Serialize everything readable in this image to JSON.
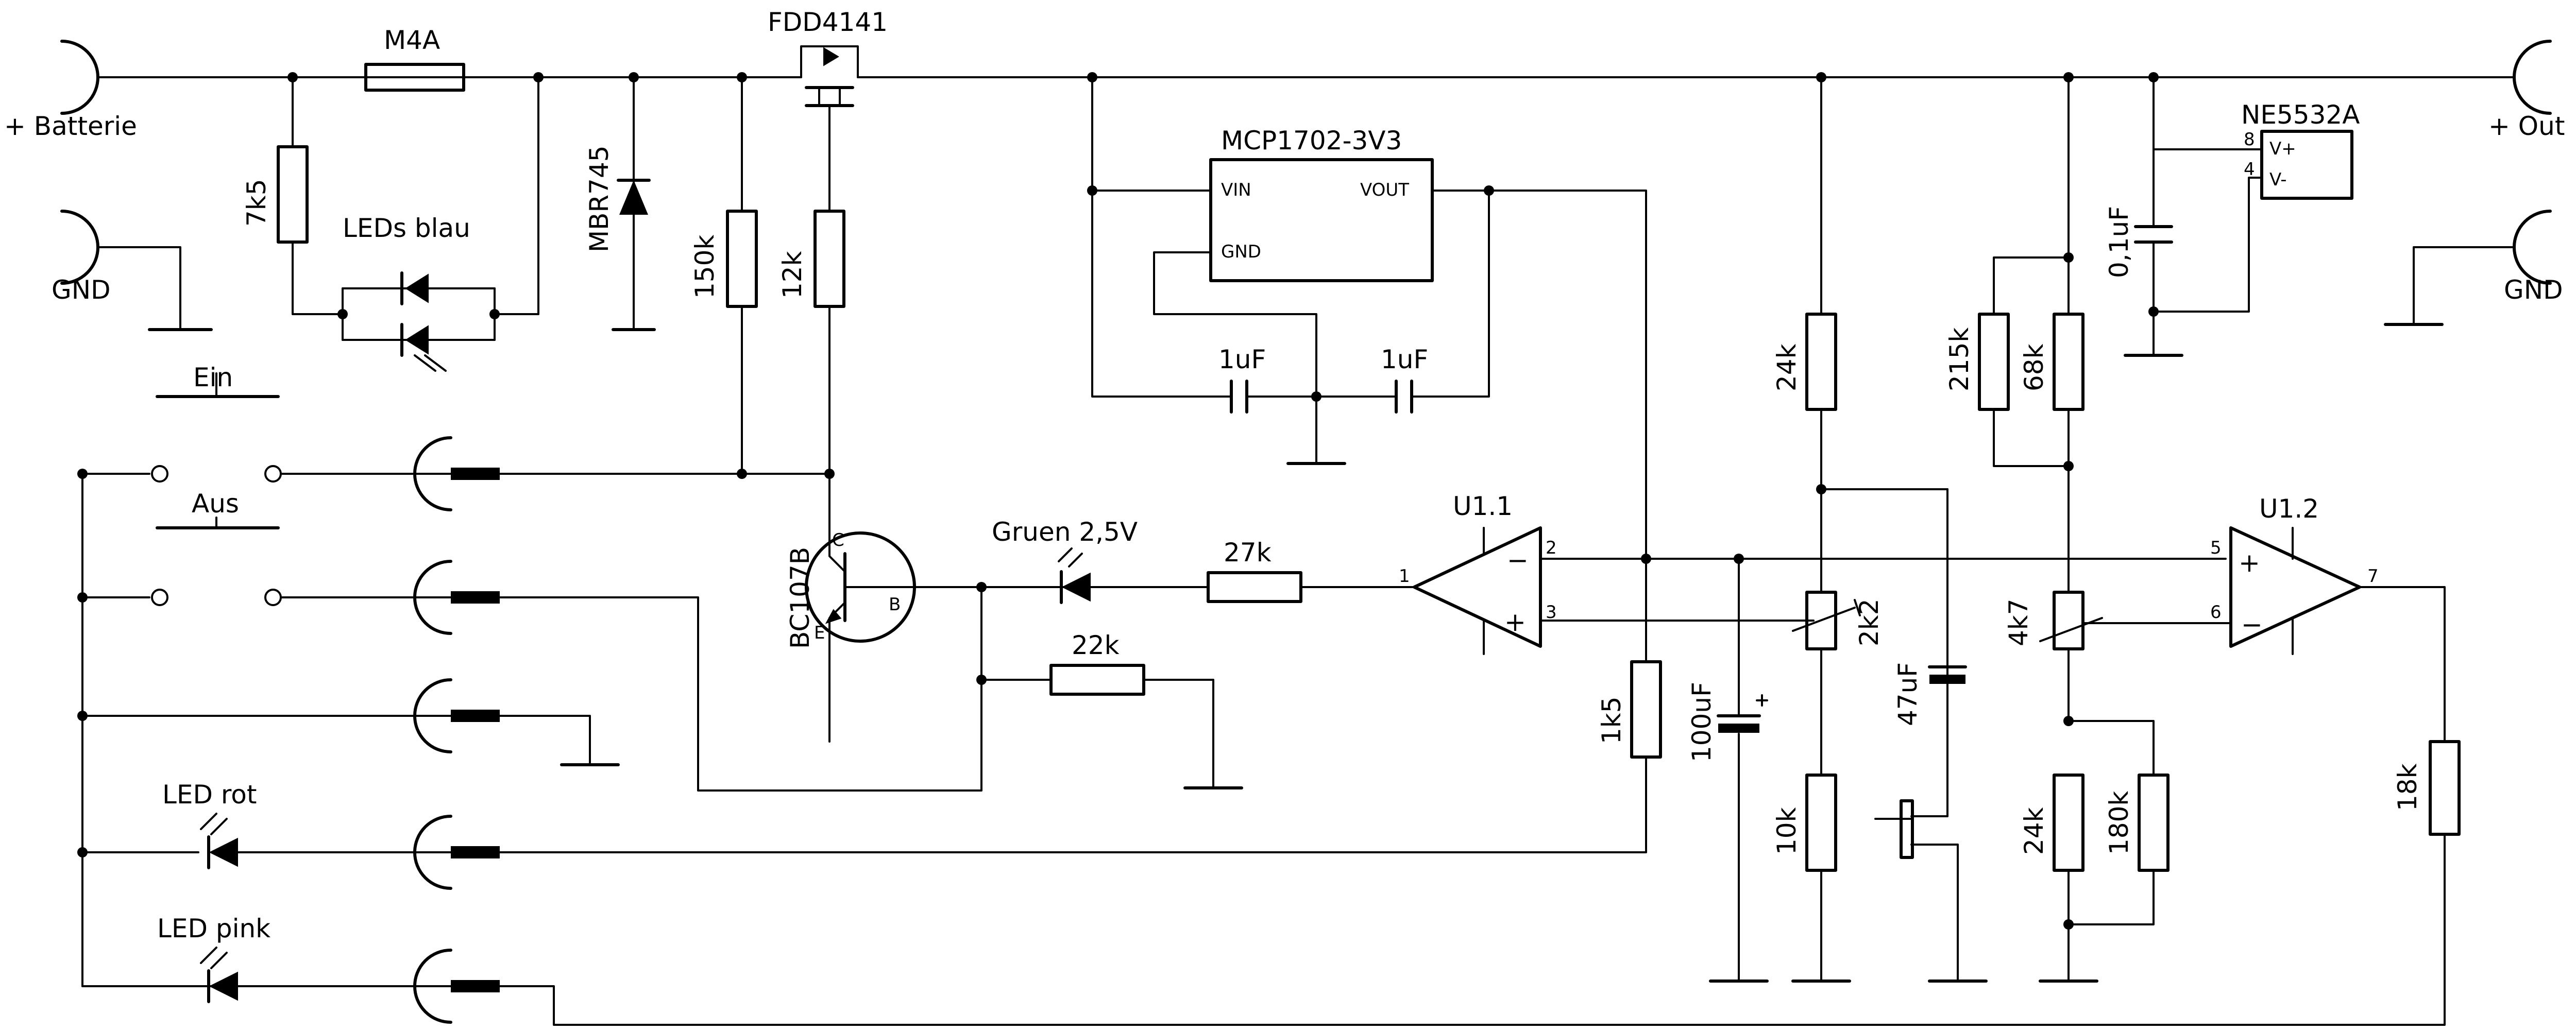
{
  "connectors": {
    "batt_plus": "+  Batterie",
    "gnd_left": "GND",
    "out_plus": "+  Out",
    "gnd_right": "GND"
  },
  "components": {
    "fuse": "M4A",
    "mosfet": "FDD4141",
    "diode": "MBR745",
    "r_7k5": "7k5",
    "leds_blue": "LEDs  blau",
    "r_150k": "150k",
    "r_12k": "12k",
    "regulator": "MCP1702-3V3",
    "reg_vin": "VIN",
    "reg_vout": "VOUT",
    "reg_gnd": "GND",
    "c_1uf_a": "1uF",
    "c_1uf_b": "1uF",
    "r_24k_top": "24k",
    "r_215k": "215k",
    "r_68k": "68k",
    "c_01uf": "0,1uF",
    "opamp_chip": "NE5532A",
    "pin_vplus": "V+",
    "pin_vminus": "V-",
    "pin_8": "8",
    "pin_4": "4",
    "sw_on": "Ein",
    "sw_off": "Aus",
    "transistor": "BC107B",
    "tr_c": "C",
    "tr_e": "E",
    "tr_b": "B",
    "led_green": "Gruen  2,5V",
    "r_27k": "27k",
    "r_22k": "22k",
    "u1_1": "U1.1",
    "u1_2": "U1.2",
    "u1_1_pin1": "1",
    "u1_1_pin2": "2",
    "u1_1_pin3": "3",
    "u1_2_pin5": "5",
    "u1_2_pin6": "6",
    "u1_2_pin7": "7",
    "minus": "−",
    "plus": "+",
    "r_1k5": "1k5",
    "c_100uf": "100uF",
    "pot_2k2": "2k2",
    "c_47uf": "47uF",
    "r_10k": "10k",
    "pot_4k7": "4k7",
    "r_24k_bot": "24k",
    "r_180k": "180k",
    "r_18k": "18k",
    "led_red": "LED  rot",
    "led_pink": "LED  pink"
  }
}
